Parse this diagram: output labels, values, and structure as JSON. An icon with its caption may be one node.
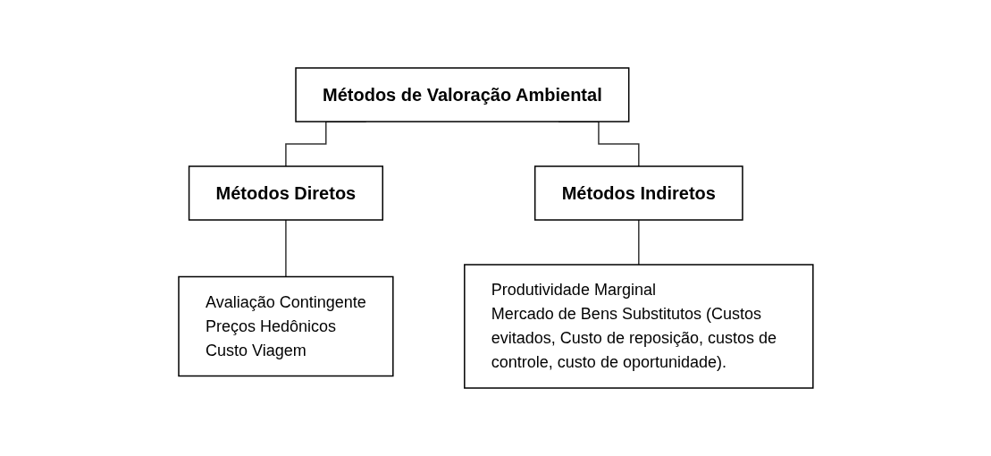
{
  "diagram": {
    "nodes": [
      {
        "text": [
          "Métodos de Valoração Ambiental"
        ]
      },
      {
        "text": [
          "Métodos Diretos"
        ]
      },
      {
        "text": [
          "Métodos Indiretos"
        ]
      },
      {
        "text": [
          "Avaliação Contingente",
          "Preços Hedônicos",
          "Custo Viagem"
        ]
      },
      {
        "text": [
          "Produtividade Marginal",
          "Mercado de Bens Substitutos (Custos evitados, Custo de reposição, custos de controle, custo de oportunidade)."
        ]
      }
    ],
    "edges": [
      {
        "from": 0,
        "to": 1,
        "arrow": "none"
      },
      {
        "from": 0,
        "to": 2,
        "arrow": "none"
      },
      {
        "from": 1,
        "to": 3,
        "arrow": "none"
      },
      {
        "from": 2,
        "to": 4,
        "arrow": "none"
      }
    ]
  }
}
